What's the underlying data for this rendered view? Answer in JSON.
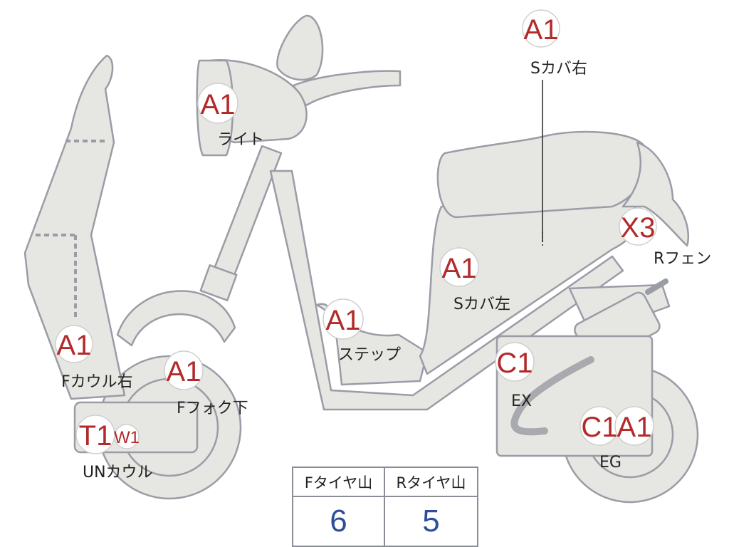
{
  "inspection_marks": [
    {
      "id": "s-cover-right",
      "code": "A1",
      "part": "Sカバ右"
    },
    {
      "id": "light",
      "code": "A1",
      "part": "ライト"
    },
    {
      "id": "r-fender",
      "code": "X3",
      "part": "Rフェン"
    },
    {
      "id": "s-cover-left",
      "code": "A1",
      "part": "Sカバ左"
    },
    {
      "id": "step",
      "code": "A1",
      "part": "ステップ"
    },
    {
      "id": "f-cowl-right",
      "code": "A1",
      "part": "Fカウル右"
    },
    {
      "id": "f-fork-lower",
      "code": "A1",
      "part": "Fフォク下"
    },
    {
      "id": "ex",
      "code": "C1",
      "part": "EX"
    },
    {
      "id": "un-cowl",
      "code": "T1",
      "code2": "W1",
      "part": "UNカウル"
    },
    {
      "id": "eg",
      "code": "C1",
      "code2": "A1",
      "part": "EG"
    }
  ],
  "tire_tread": {
    "headers": [
      "Fタイヤ山",
      "Rタイヤ山"
    ],
    "values": [
      "6",
      "5"
    ]
  },
  "colors": {
    "body_fill": "#e6e6e2",
    "outline": "#9a9ca6",
    "grade_code": "#b22a2a",
    "tread_value": "#2c4f9a"
  }
}
